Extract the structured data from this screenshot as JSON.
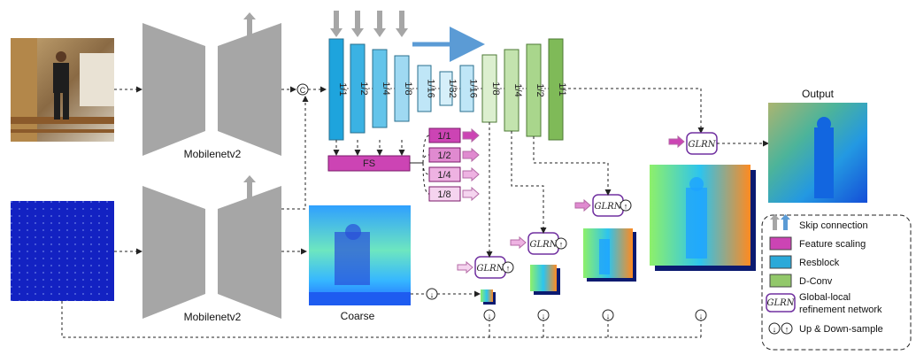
{
  "labels": {
    "encoder_top": "Mobilenetv2",
    "encoder_bottom": "Mobilenetv2",
    "coarse": "Coarse",
    "output": "Output",
    "concat": "C",
    "fs": "FS"
  },
  "encoder_blocks": [
    "1/1",
    "1/2",
    "1/4",
    "1/8",
    "1/16",
    "1/32"
  ],
  "decoder_blocks": [
    "1/16",
    "1/8",
    "1/4",
    "1/2",
    "1/1"
  ],
  "scale_outputs": [
    "1/1",
    "1/2",
    "1/4",
    "1/8"
  ],
  "glrn_label": "GLRN",
  "legend": {
    "items": [
      {
        "label": "Skip connection",
        "kind": "skip"
      },
      {
        "label": "Feature scaling",
        "kind": "swatch",
        "color": "#cc44b4"
      },
      {
        "label": "Resblock",
        "kind": "swatch",
        "color": "#2aa9d9"
      },
      {
        "label": "D-Conv",
        "kind": "swatch",
        "color": "#92c86a"
      },
      {
        "label": "Global-local refinement network",
        "kind": "glrn"
      },
      {
        "label": "Up & Down-sample",
        "kind": "updown"
      }
    ]
  },
  "colors": {
    "encoder_gray": "#a6a6a6",
    "resblock_dark": "#1ea4dd",
    "resblock_light": "#bfe6f7",
    "dconv_light": "#dcefcf",
    "dconv_dark": "#7fba58",
    "feature_scaling": "#cc44b4",
    "feature_scaling_light": "#f2c4e8",
    "skip_blue": "#5b9bd5",
    "glrn_border": "#7030a0"
  }
}
